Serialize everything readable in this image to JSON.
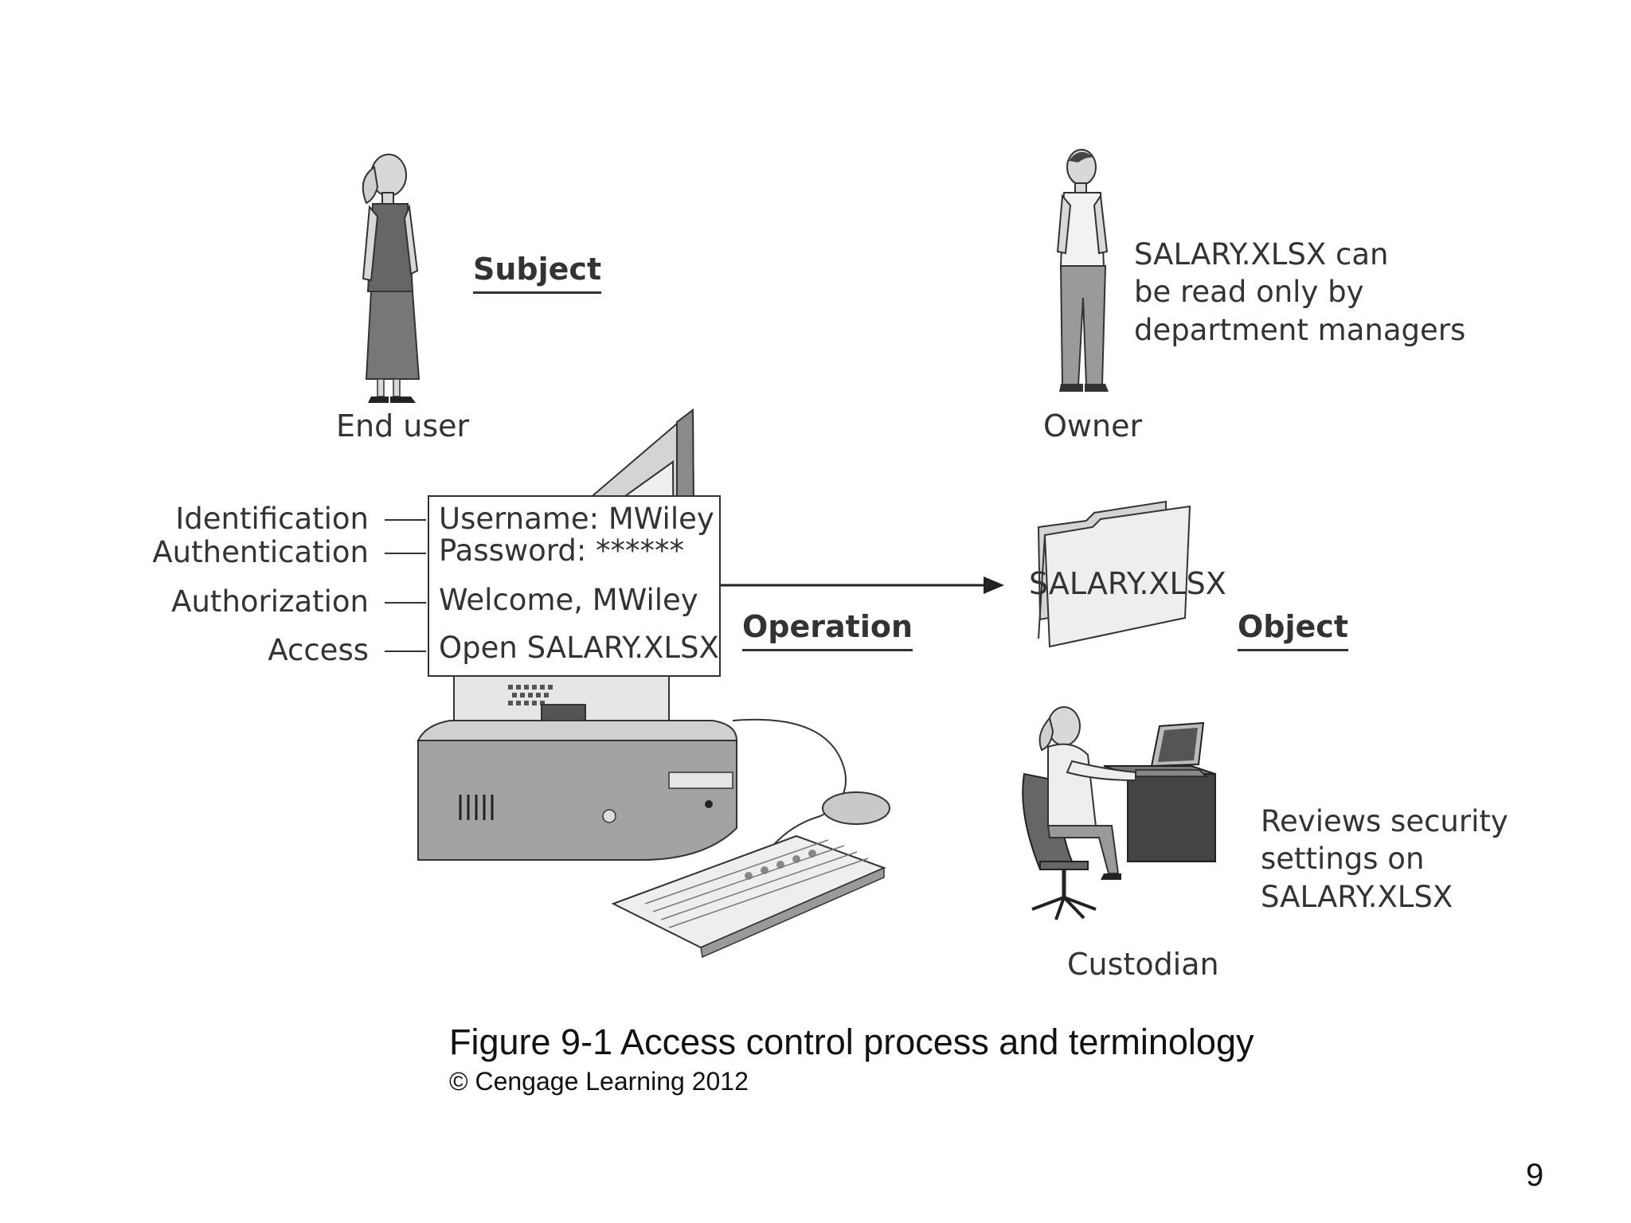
{
  "subject": {
    "heading": "Subject",
    "role_label": "End user"
  },
  "owner": {
    "role_label": "Owner",
    "policy_lines": [
      "SALARY.XLSX can",
      "be read only by",
      "department managers"
    ]
  },
  "steps": [
    {
      "label": "Identification",
      "screen_text": "Username: MWiley"
    },
    {
      "label": "Authentication",
      "screen_text": "Password: ******"
    },
    {
      "label": "Authorization",
      "screen_text": "Welcome, MWiley"
    },
    {
      "label": "Access",
      "screen_text": "Open SALARY.XLSX"
    }
  ],
  "operation": {
    "heading": "Operation"
  },
  "object": {
    "heading": "Object",
    "file_name": "SALARY.XLSX"
  },
  "custodian": {
    "role_label": "Custodian",
    "note_lines": [
      "Reviews security",
      "settings on",
      "SALARY.XLSX"
    ]
  },
  "caption": {
    "title": "Figure 9-1 Access control process and terminology",
    "copyright": "© Cengage Learning 2012"
  },
  "page_number": "9",
  "colors": {
    "ink": "#333333",
    "mid_gray": "#8a8a8a",
    "light_gray": "#cfcfcf",
    "dark_gray": "#555555"
  }
}
